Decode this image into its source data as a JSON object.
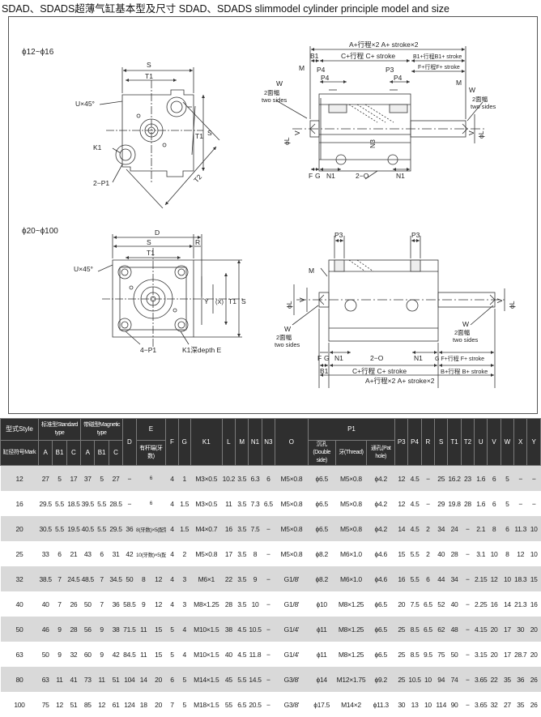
{
  "page": {
    "title": "SDAD、SDADS超薄气缸基本型及尺寸 SDAD、SDADS slimmodel cylinder principle model and size"
  },
  "drawing": {
    "group1_bore": "ϕ12~ϕ16",
    "group2_bore": "ϕ20~ϕ100",
    "top_front": {
      "S": "S",
      "T1": "T1",
      "chamfer": "U×45°",
      "K1": "K1",
      "P1": "2−P1",
      "T2": "T2"
    },
    "top_side": {
      "A_stroke": "A+行程×2  A+ stroke×2",
      "B1": "B1",
      "C_stroke": "C+行程  C+ stroke",
      "B1_stroke": "B1+行程B1+ stroke",
      "F_stroke": "F+行程F+ stroke",
      "M": "M",
      "P4": "P4",
      "P3": "P3",
      "W": "W",
      "two_sides_cn": "2面幅",
      "two_sides_en": "two sides",
      "phiL": "ϕL",
      "V": "V",
      "N3": "N3",
      "F": "F",
      "G": "G",
      "N1": "N1",
      "twoO": "2−O"
    },
    "bottom_front": {
      "D": "D",
      "S": "S",
      "R": "R",
      "T1": "T1",
      "chamfer": "U×45°",
      "Y": "Y",
      "X": "(X)",
      "P1": "4−P1",
      "K1_depth": "K1深depth E"
    },
    "bottom_side": {
      "P3": "P3",
      "M": "M",
      "V": "V",
      "phiL": "ϕL",
      "W": "W",
      "two_sides_cn": "2面幅",
      "two_sides_en": "two sides",
      "F": "F",
      "G": "G",
      "N1": "N1",
      "twoO": "2−O",
      "G_F_stroke": "G F+行程 F+ stroke",
      "B1": "B1",
      "C_stroke": "C+行程  C+ stroke",
      "B_stroke": "B+行程 B+ stroke",
      "A_stroke": "A+行程×2  A+ stroke×2"
    }
  },
  "table": {
    "header1": {
      "style": "型式Style",
      "standard": "标准型Standard type",
      "magnetic": "带磁型Magnetic type",
      "D": "D",
      "E": "E",
      "F": "F",
      "G": "G",
      "K1": "K1",
      "L": "L",
      "M": "M",
      "N1": "N1",
      "N3": "N3",
      "O": "O",
      "P1": "P1",
      "P3": "P3",
      "P4": "P4",
      "R": "R",
      "S": "S",
      "T1": "T1",
      "T2": "T2",
      "U": "U",
      "V": "V",
      "W": "W",
      "X": "X",
      "Y": "Y"
    },
    "header2": {
      "bore": "缸径符号Mark",
      "A": "A",
      "B1": "B1",
      "C": "C",
      "A2": "A",
      "B12": "B1",
      "C2": "C",
      "E_sub": "有杆端(牙数)",
      "P1_double": "沉孔(Double side)",
      "P1_thread": "牙(Thread)",
      "P1_through": "通孔(Pat hole)"
    },
    "rows": [
      [
        "12",
        "27",
        "5",
        "17",
        "37",
        "5",
        "27",
        "−",
        "6",
        "4",
        "1",
        "M3×0.5",
        "10.2",
        "3.5",
        "6.3",
        "6",
        "M5×0.8",
        "ϕ6.5",
        "M5×0.8",
        "ϕ4.2",
        "12",
        "4.5",
        "−",
        "25",
        "16.2",
        "23",
        "1.6",
        "6",
        "5",
        "−",
        "−"
      ],
      [
        "16",
        "29.5",
        "5.5",
        "18.5",
        "39.5",
        "5.5",
        "28.5",
        "−",
        "6",
        "4",
        "1.5",
        "M3×0.5",
        "11",
        "3.5",
        "7.3",
        "6.5",
        "M5×0.8",
        "ϕ6.5",
        "M5×0.8",
        "ϕ4.2",
        "12",
        "4.5",
        "−",
        "29",
        "19.8",
        "28",
        "1.6",
        "6",
        "5",
        "−",
        "−"
      ],
      [
        "20",
        "30.5",
        "5.5",
        "19.5",
        "40.5",
        "5.5",
        "29.5",
        "36",
        "8(牙数)×5(配钉)",
        "4",
        "1.5",
        "M4×0.7",
        "16",
        "3.5",
        "7.5",
        "−",
        "M5×0.8",
        "ϕ6.5",
        "M5×0.8",
        "ϕ4.2",
        "14",
        "4.5",
        "2",
        "34",
        "24",
        "−",
        "2.1",
        "8",
        "6",
        "11.3",
        "10"
      ],
      [
        "25",
        "33",
        "6",
        "21",
        "43",
        "6",
        "31",
        "42",
        "10(牙数)×5(配钉)",
        "4",
        "2",
        "M5×0.8",
        "17",
        "3.5",
        "8",
        "−",
        "M5×0.8",
        "ϕ8.2",
        "M6×1.0",
        "ϕ4.6",
        "15",
        "5.5",
        "2",
        "40",
        "28",
        "−",
        "3.1",
        "10",
        "8",
        "12",
        "10"
      ],
      [
        "32",
        "38.5",
        "7",
        "24.5",
        "48.5",
        "7",
        "34.5",
        "50",
        "8",
        "12",
        "4",
        "3",
        "M6×1",
        "22",
        "3.5",
        "9",
        "−",
        "G1/8'",
        "ϕ8.2",
        "M6×1.0",
        "ϕ4.6",
        "16",
        "5.5",
        "6",
        "44",
        "34",
        "−",
        "2.15",
        "12",
        "10",
        "18.3",
        "15"
      ],
      [
        "40",
        "40",
        "7",
        "26",
        "50",
        "7",
        "36",
        "58.5",
        "9",
        "12",
        "4",
        "3",
        "M8×1.25",
        "28",
        "3.5",
        "10",
        "−",
        "G1/8'",
        "ϕ10",
        "M8×1.25",
        "ϕ6.5",
        "20",
        "7.5",
        "6.5",
        "52",
        "40",
        "−",
        "2.25",
        "16",
        "14",
        "21.3",
        "16"
      ],
      [
        "50",
        "46",
        "9",
        "28",
        "56",
        "9",
        "38",
        "71.5",
        "11",
        "15",
        "5",
        "4",
        "M10×1.5",
        "38",
        "4.5",
        "10.5",
        "−",
        "G1/4'",
        "ϕ11",
        "M8×1.25",
        "ϕ6.5",
        "25",
        "8.5",
        "6.5",
        "62",
        "48",
        "−",
        "4.15",
        "20",
        "17",
        "30",
        "20"
      ],
      [
        "63",
        "50",
        "9",
        "32",
        "60",
        "9",
        "42",
        "84.5",
        "11",
        "15",
        "5",
        "4",
        "M10×1.5",
        "40",
        "4.5",
        "11.8",
        "−",
        "G1/4'",
        "ϕ11",
        "M8×1.25",
        "ϕ6.5",
        "25",
        "8.5",
        "9.5",
        "75",
        "50",
        "−",
        "3.15",
        "20",
        "17",
        "28.7",
        "20"
      ],
      [
        "80",
        "63",
        "11",
        "41",
        "73",
        "11",
        "51",
        "104",
        "14",
        "20",
        "6",
        "5",
        "M14×1.5",
        "45",
        "5.5",
        "14.5",
        "−",
        "G3/8'",
        "ϕ14",
        "M12×1.75",
        "ϕ9.2",
        "25",
        "10.5",
        "10",
        "94",
        "74",
        "−",
        "3.65",
        "22",
        "35",
        "36",
        "26"
      ],
      [
        "100",
        "75",
        "12",
        "51",
        "85",
        "12",
        "61",
        "124",
        "18",
        "20",
        "7",
        "5",
        "M18×1.5",
        "55",
        "6.5",
        "20.5",
        "−",
        "G3/8'",
        "ϕ17.5",
        "M14×2",
        "ϕ11.3",
        "30",
        "13",
        "10",
        "114",
        "90",
        "−",
        "3.65",
        "32",
        "27",
        "35",
        "26"
      ]
    ]
  }
}
